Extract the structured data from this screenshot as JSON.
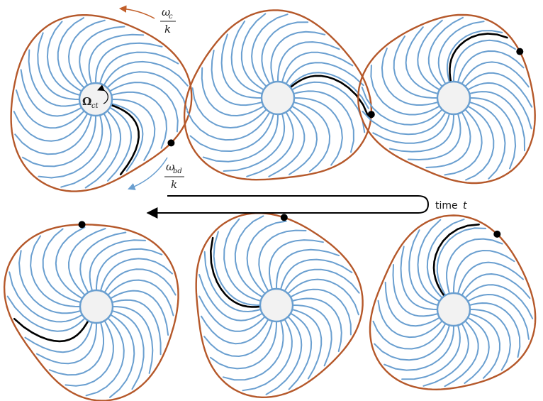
{
  "colors": {
    "boundary": "#b5582a",
    "filament": "#6a9fd0",
    "highlight": "#000000",
    "hub_fill": "#f2f2f2",
    "dot": "#000000",
    "arrow_orange": "#c25f2a",
    "arrow_blue": "#6a9fd0"
  },
  "labels": {
    "omega_c_num": "ω",
    "omega_c_sub": "c",
    "omega_c_den": "k",
    "omega_bd_num": "ω",
    "omega_bd_sub": "bd",
    "omega_bd_den": "k",
    "Omega_ct": "Ω",
    "Omega_ct_sub": "ct",
    "time_word": "time ",
    "time_var": "t"
  },
  "panels": [
    {
      "id": "p1",
      "highlight_angle": 20,
      "dot_angle": 30,
      "boundary_rot": 0
    },
    {
      "id": "p2",
      "highlight_angle": -40,
      "dot_angle": 10,
      "boundary_rot": 25
    },
    {
      "id": "p3",
      "highlight_angle": -100,
      "dot_angle": -35,
      "boundary_rot": 55
    },
    {
      "id": "p4",
      "highlight_angle": 120,
      "dot_angle": -100,
      "boundary_rot": 85
    },
    {
      "id": "p5",
      "highlight_angle": 175,
      "dot_angle": -85,
      "boundary_rot": 115
    },
    {
      "id": "p6",
      "highlight_angle": -125,
      "dot_angle": -60,
      "boundary_rot": 145
    }
  ]
}
